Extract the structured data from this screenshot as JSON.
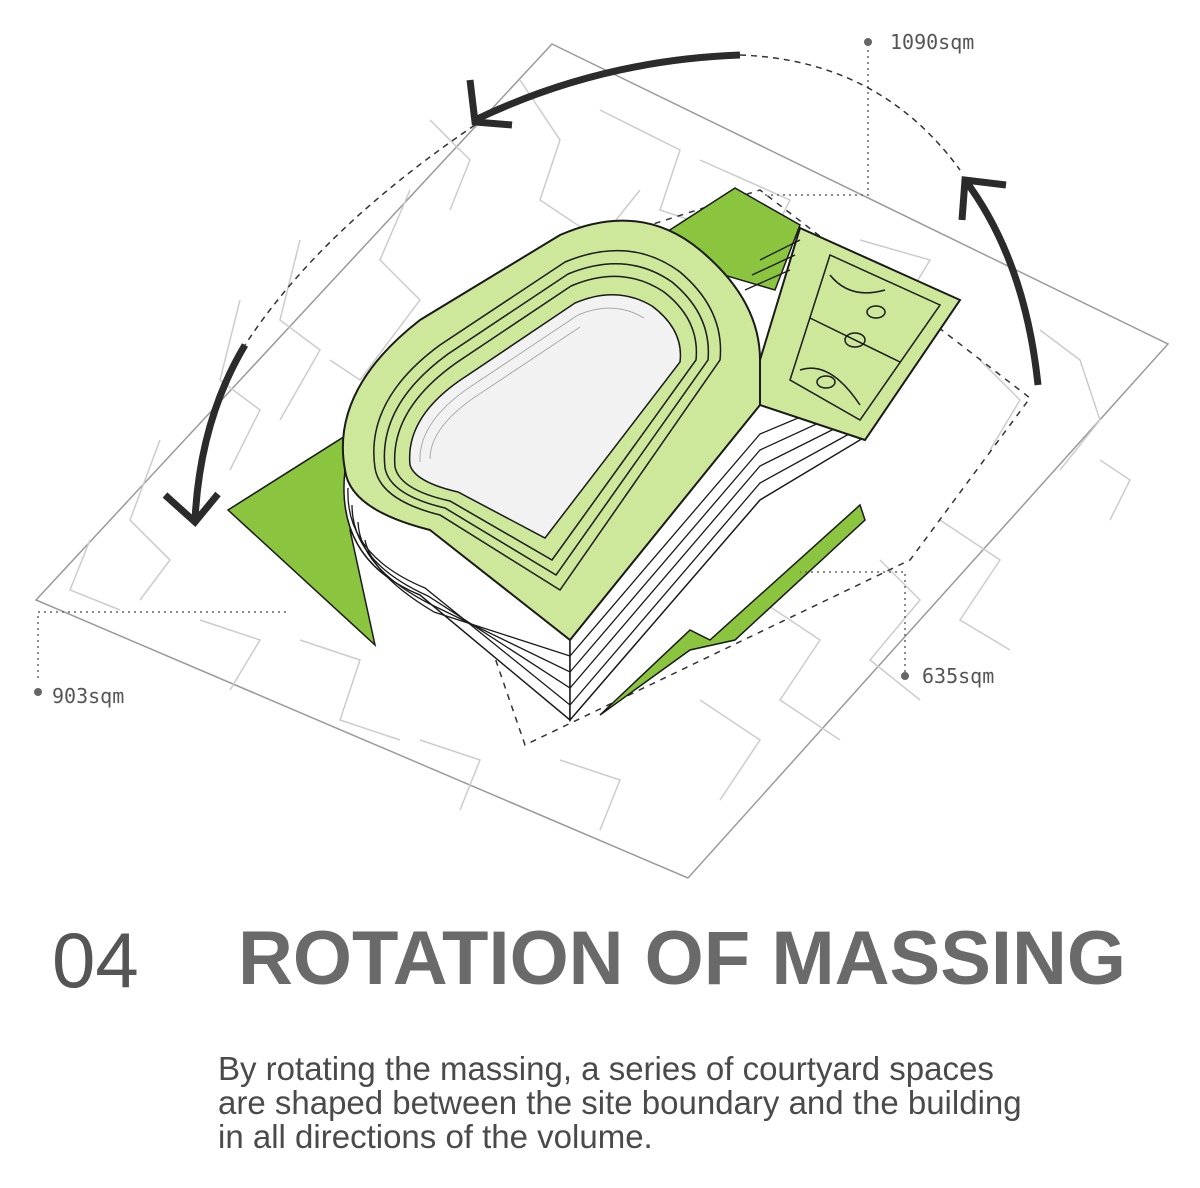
{
  "annotations": {
    "area_top": "1090sqm",
    "area_left": "903sqm",
    "area_right": "635sqm"
  },
  "heading": {
    "number": "04",
    "title": "ROTATION OF MASSING"
  },
  "description": {
    "line1": "By rotating the massing, a series of courtyard spaces",
    "line2": "are shaped between the site boundary and the building",
    "line3": "in all directions of the volume."
  },
  "colors": {
    "courtyard_green": "#8bc53f",
    "roof_green": "#cde89a",
    "outline": "#1a1a1a",
    "map_line": "#c8c8c8",
    "arrow": "#2b2b2b"
  }
}
